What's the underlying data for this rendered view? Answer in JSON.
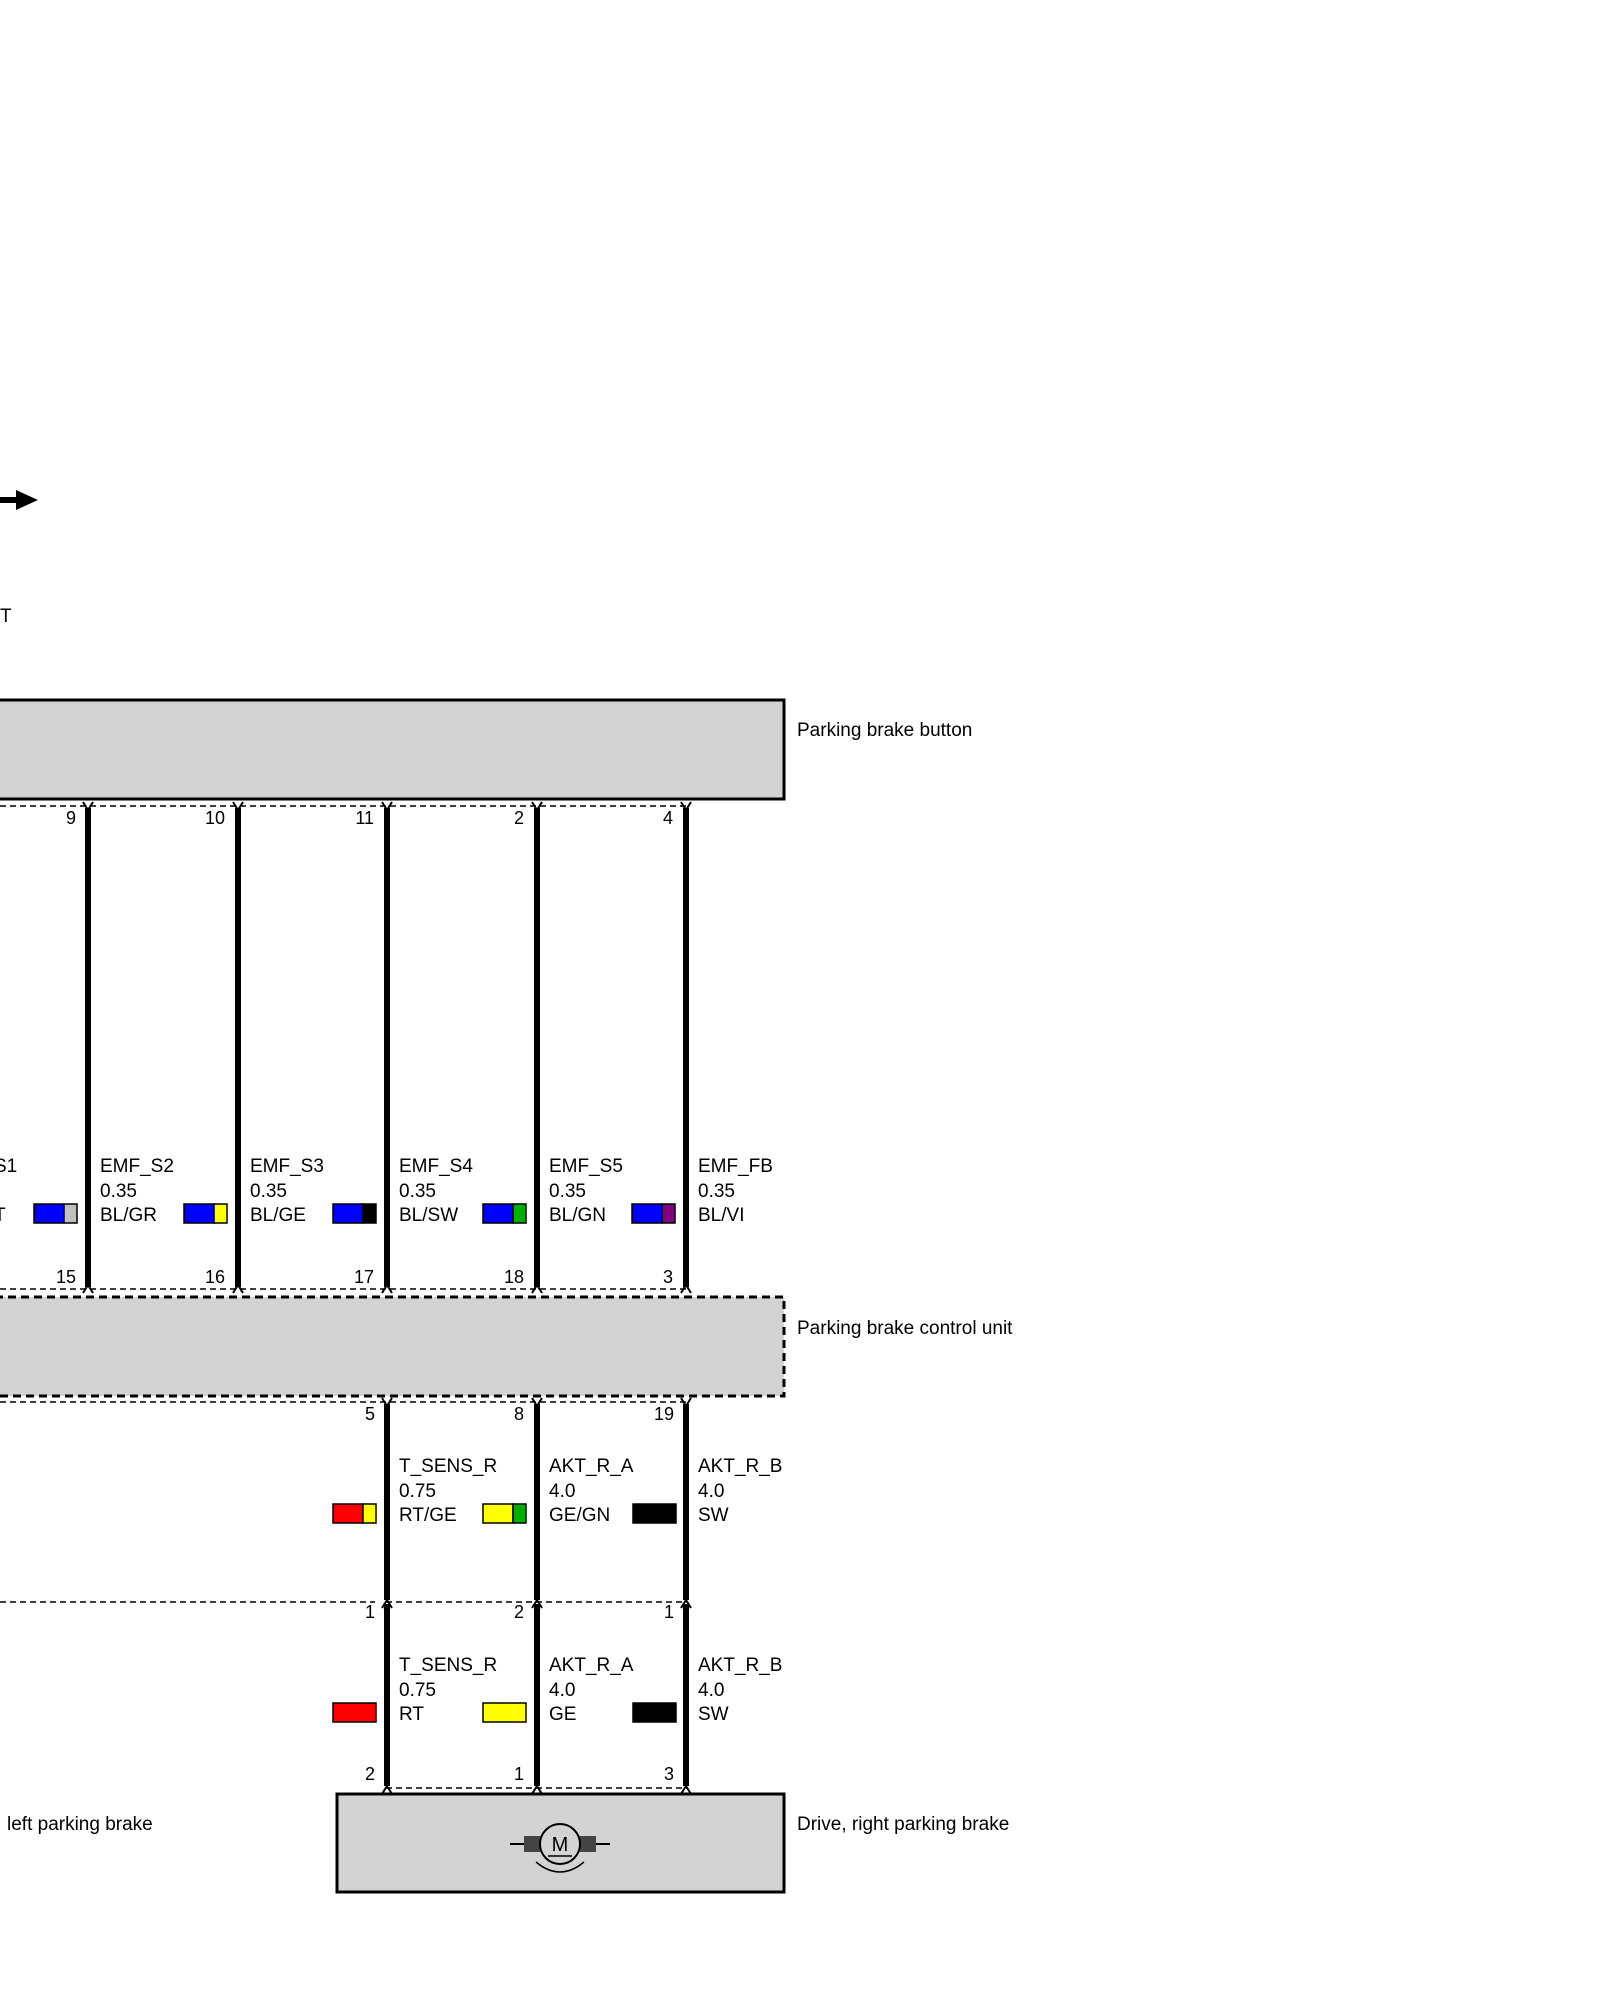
{
  "components": {
    "button": {
      "label": "Parking brake button"
    },
    "control_unit": {
      "label": "Parking brake control unit"
    },
    "right_drive": {
      "label": "Drive, right parking brake"
    },
    "left_drive": {
      "label": "left parking brake"
    }
  },
  "partial_texts": {
    "top_left_letter": "T"
  },
  "upper_wires": [
    {
      "id": "s1",
      "name": "S1",
      "size": "",
      "color_code": "T",
      "top_pin": "9",
      "bottom_pin": "15",
      "colors": [
        "#0000FF",
        "#C0C0C0"
      ]
    },
    {
      "id": "s2",
      "name": "EMF_S2",
      "size": "0.35",
      "color_code": "BL/GR",
      "top_pin": "10",
      "bottom_pin": "16",
      "colors": [
        "#0000FF",
        "#FFFF00"
      ]
    },
    {
      "id": "s3",
      "name": "EMF_S3",
      "size": "0.35",
      "color_code": "BL/GE",
      "top_pin": "11",
      "bottom_pin": "17",
      "colors": [
        "#0000FF",
        "#000000"
      ]
    },
    {
      "id": "s4",
      "name": "EMF_S4",
      "size": "0.35",
      "color_code": "BL/SW",
      "top_pin": "2",
      "bottom_pin": "18",
      "colors": [
        "#0000FF",
        "#00B000"
      ]
    },
    {
      "id": "s5",
      "name": "EMF_S5",
      "size": "0.35",
      "color_code": "BL/GN",
      "top_pin": "4",
      "bottom_pin": "3",
      "colors": [
        "#0000FF",
        "#800080"
      ]
    },
    {
      "id": "fb",
      "name": "EMF_FB",
      "size": "0.35",
      "color_code": "BL/VI",
      "top_pin": "",
      "bottom_pin": "",
      "colors": []
    }
  ],
  "middle_wires": [
    {
      "id": "tsens",
      "name": "T_SENS_R",
      "size": "0.75",
      "color_code": "RT/GE",
      "top_pin": "5",
      "bottom_pin": "1",
      "colors": [
        "#FF0000",
        "#FFFF00"
      ]
    },
    {
      "id": "akta",
      "name": "AKT_R_A",
      "size": "4.0",
      "color_code": "GE/GN",
      "top_pin": "8",
      "bottom_pin": "2",
      "colors": [
        "#FFFF00",
        "#00B000"
      ]
    },
    {
      "id": "aktb",
      "name": "AKT_R_B",
      "size": "4.0",
      "color_code": "SW",
      "top_pin": "19",
      "bottom_pin": "1",
      "colors": [
        "#000000"
      ]
    }
  ],
  "lower_wires": [
    {
      "id": "tsens2",
      "name": "T_SENS_R",
      "size": "0.75",
      "color_code": "RT",
      "top_pin": "",
      "bottom_pin": "2",
      "colors": [
        "#FF0000"
      ]
    },
    {
      "id": "akta2",
      "name": "AKT_R_A",
      "size": "4.0",
      "color_code": "GE",
      "top_pin": "",
      "bottom_pin": "1",
      "colors": [
        "#FFFF00"
      ]
    },
    {
      "id": "aktb2",
      "name": "AKT_R_B",
      "size": "4.0",
      "color_code": "SW",
      "top_pin": "",
      "bottom_pin": "3",
      "colors": [
        "#000000"
      ]
    }
  ],
  "motor": {
    "symbol_letter": "M"
  }
}
